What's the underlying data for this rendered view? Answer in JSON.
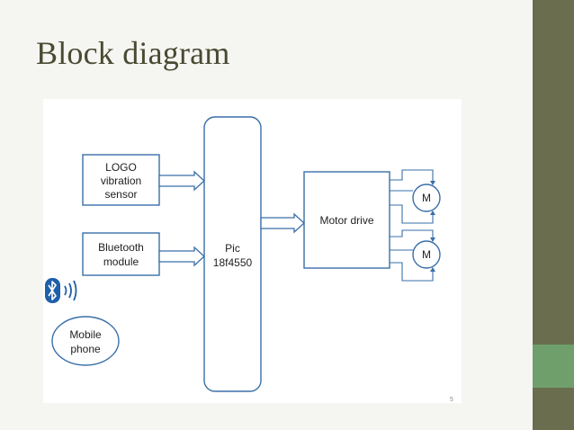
{
  "slide": {
    "title": "Block diagram",
    "page_number": "5"
  },
  "diagram": {
    "logo_sensor": [
      "LOGO",
      "vibration",
      "sensor"
    ],
    "bluetooth_module": [
      "Bluetooth",
      "module"
    ],
    "mcu": [
      "Pic",
      "18f4550"
    ],
    "motor_drive": "Motor drive",
    "motor1": "M",
    "motor2": "M",
    "mobile_phone": [
      "Mobile",
      "phone"
    ],
    "icons": [
      "bluetooth-icon",
      "wireless-signal-icon"
    ]
  },
  "colors": {
    "stroke": "#3a6fa8",
    "bluetooth_badge": "#1f5fa8",
    "sidebar": "#6a6d4e",
    "sidebar_accent": "#6fa06b",
    "title": "#4a4a33"
  }
}
